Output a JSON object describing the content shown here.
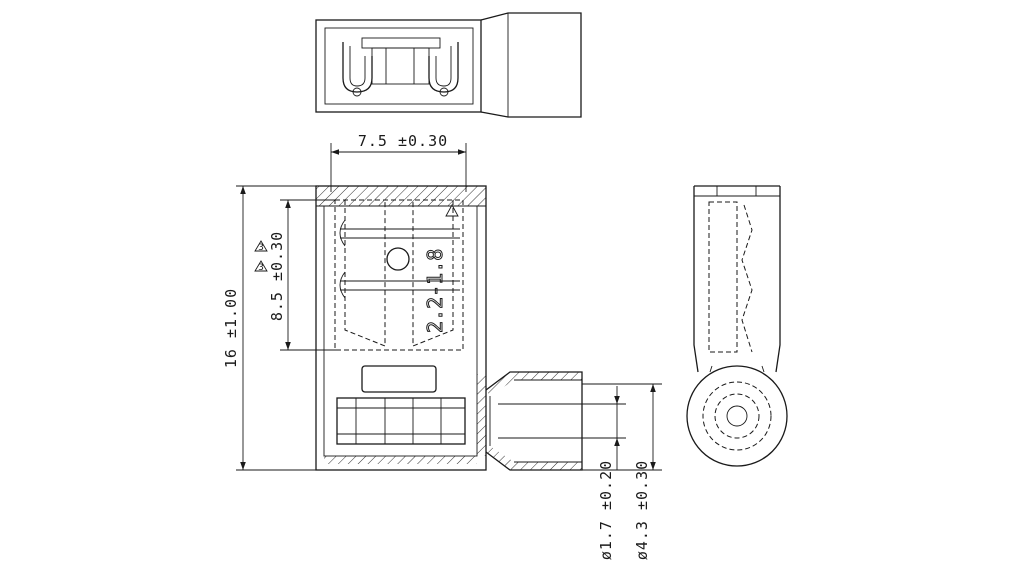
{
  "dimensions": {
    "width": "7.5 ±0.30",
    "length": "16 ±1.00",
    "blade_length": "8.5 ±0.30",
    "inner_diameter": "ø1.7 ±0.20",
    "outer_diameter": "ø4.3 ±0.30"
  },
  "body_marking": "2.2-1.8",
  "flag_notes": [
    "3",
    "3"
  ]
}
